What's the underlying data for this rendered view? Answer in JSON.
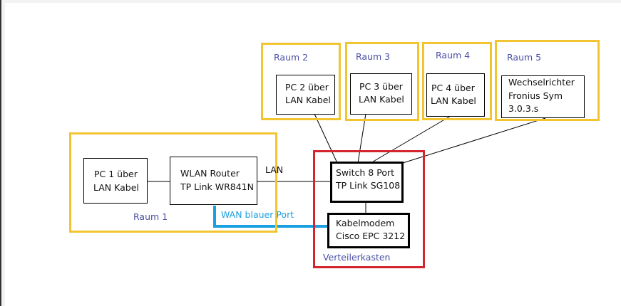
{
  "diagram": {
    "rooms": [
      {
        "id": "raum1",
        "label": "Raum 1"
      },
      {
        "id": "raum2",
        "label": "Raum 2"
      },
      {
        "id": "raum3",
        "label": "Raum 3"
      },
      {
        "id": "raum4",
        "label": "Raum 4"
      },
      {
        "id": "raum5",
        "label": "Raum 5"
      }
    ],
    "distribution": {
      "label": "Verteilerkasten"
    },
    "devices": {
      "pc1": {
        "line1": "PC 1 über",
        "line2": "LAN Kabel"
      },
      "router": {
        "line1": "WLAN Router",
        "line2": "TP Link WR841N"
      },
      "pc2": {
        "line1": "PC 2 über",
        "line2": "LAN Kabel"
      },
      "pc3": {
        "line1": "PC 3 über",
        "line2": "LAN Kabel"
      },
      "pc4": {
        "line1": "PC 4 über",
        "line2": "LAN Kabel"
      },
      "inverter": {
        "line1": "Wechselrichter",
        "line2": "Fronius Sym",
        "line3": "3.0.3.s"
      },
      "switch": {
        "line1": "Switch 8 Port",
        "line2": "TP Link SG108"
      },
      "modem": {
        "line1": "Kabelmodem",
        "line2": "Cisco EPC 3212"
      }
    },
    "connections": [
      {
        "from": "pc1",
        "to": "router",
        "type": "LAN"
      },
      {
        "from": "router",
        "to": "switch",
        "type": "LAN",
        "label": "LAN"
      },
      {
        "from": "router",
        "to": "modem",
        "type": "WAN",
        "label": "WAN blauer Port"
      },
      {
        "from": "pc2",
        "to": "switch",
        "type": "LAN"
      },
      {
        "from": "pc3",
        "to": "switch",
        "type": "LAN"
      },
      {
        "from": "pc4",
        "to": "switch",
        "type": "LAN"
      },
      {
        "from": "inverter",
        "to": "switch",
        "type": "LAN"
      },
      {
        "from": "switch",
        "to": "modem",
        "type": "LAN"
      }
    ],
    "colors": {
      "room_border": "#f2c530",
      "distribution_border": "#d4252f",
      "wan_cable": "#1aa0e0",
      "room_label": "#4a4fa6"
    }
  }
}
